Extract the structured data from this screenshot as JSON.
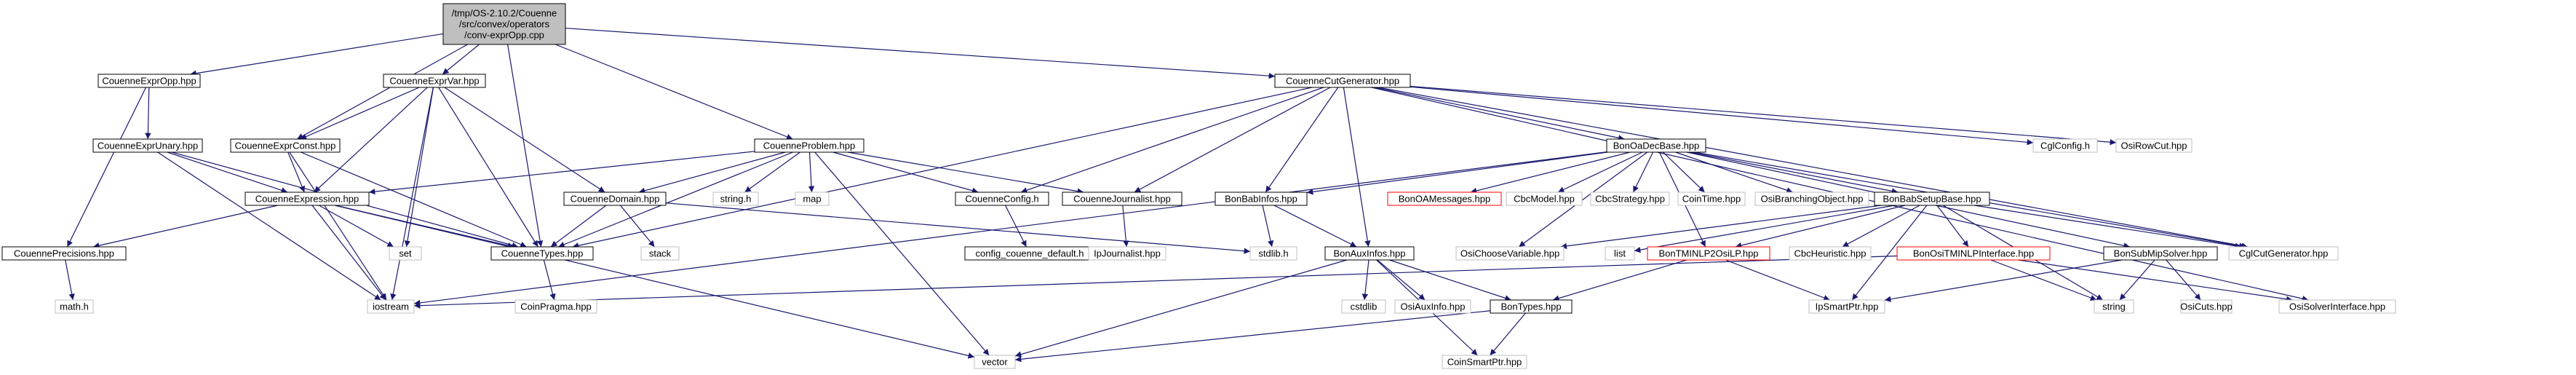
{
  "colors": {
    "root_fill": "#bfbfbf",
    "node_stroke": "#000000",
    "external_stroke": "#bfbfbf",
    "error_stroke": "#ff0000",
    "edge": "#191970",
    "background": "#ffffff"
  },
  "diagram": {
    "nodes": [
      {
        "id": "root",
        "label": "/tmp/OS-2.10.2/Couenne\n/src/convex/operators\n/conv-exprOpp.cpp",
        "kind": "root"
      },
      {
        "id": "CouenneExprOpp",
        "label": "CouenneExprOpp.hpp",
        "kind": "local"
      },
      {
        "id": "CouenneExprVar",
        "label": "CouenneExprVar.hpp",
        "kind": "local"
      },
      {
        "id": "CouenneCutGenerator",
        "label": "CouenneCutGenerator.hpp",
        "kind": "local"
      },
      {
        "id": "CouenneExprUnary",
        "label": "CouenneExprUnary.hpp",
        "kind": "local"
      },
      {
        "id": "CouenneExprConst",
        "label": "CouenneExprConst.hpp",
        "kind": "local"
      },
      {
        "id": "CouenneProblem",
        "label": "CouenneProblem.hpp",
        "kind": "local"
      },
      {
        "id": "BonOaDecBase",
        "label": "BonOaDecBase.hpp",
        "kind": "local"
      },
      {
        "id": "CglConfig",
        "label": "CglConfig.h",
        "kind": "external"
      },
      {
        "id": "OsiRowCut",
        "label": "OsiRowCut.hpp",
        "kind": "external"
      },
      {
        "id": "CouenneExpression",
        "label": "CouenneExpression.hpp",
        "kind": "local"
      },
      {
        "id": "CouenneDomain",
        "label": "CouenneDomain.hpp",
        "kind": "local"
      },
      {
        "id": "string_h",
        "label": "string.h",
        "kind": "external"
      },
      {
        "id": "map",
        "label": "map",
        "kind": "external"
      },
      {
        "id": "CouenneConfig",
        "label": "CouenneConfig.h",
        "kind": "local"
      },
      {
        "id": "CouenneJournalist",
        "label": "CouenneJournalist.hpp",
        "kind": "local"
      },
      {
        "id": "BonBabInfos",
        "label": "BonBabInfos.hpp",
        "kind": "local"
      },
      {
        "id": "BonOAMessages",
        "label": "BonOAMessages.hpp",
        "kind": "error"
      },
      {
        "id": "CbcModel",
        "label": "CbcModel.hpp",
        "kind": "external"
      },
      {
        "id": "CbcStrategy",
        "label": "CbcStrategy.hpp",
        "kind": "external"
      },
      {
        "id": "CoinTime",
        "label": "CoinTime.hpp",
        "kind": "external"
      },
      {
        "id": "OsiBranchingObject",
        "label": "OsiBranchingObject.hpp",
        "kind": "external"
      },
      {
        "id": "BonBabSetupBase",
        "label": "BonBabSetupBase.hpp",
        "kind": "local"
      },
      {
        "id": "CouennePrecisions",
        "label": "CouennePrecisions.hpp",
        "kind": "local"
      },
      {
        "id": "set",
        "label": "set",
        "kind": "external"
      },
      {
        "id": "CouenneTypes",
        "label": "CouenneTypes.hpp",
        "kind": "local"
      },
      {
        "id": "stack",
        "label": "stack",
        "kind": "external"
      },
      {
        "id": "config_couenne_default",
        "label": "config_couenne_default.h",
        "kind": "local"
      },
      {
        "id": "IpJournalist",
        "label": "IpJournalist.hpp",
        "kind": "external"
      },
      {
        "id": "stdlib_h",
        "label": "stdlib.h",
        "kind": "external"
      },
      {
        "id": "BonAuxInfos",
        "label": "BonAuxInfos.hpp",
        "kind": "local"
      },
      {
        "id": "OsiChooseVariable",
        "label": "OsiChooseVariable.hpp",
        "kind": "external"
      },
      {
        "id": "list",
        "label": "list",
        "kind": "external"
      },
      {
        "id": "BonTMINLP2OsiLP",
        "label": "BonTMINLP2OsiLP.hpp",
        "kind": "error"
      },
      {
        "id": "CbcHeuristic",
        "label": "CbcHeuristic.hpp",
        "kind": "external"
      },
      {
        "id": "BonOsiTMINLPInterface",
        "label": "BonOsiTMINLPInterface.hpp",
        "kind": "error"
      },
      {
        "id": "BonSubMipSolver",
        "label": "BonSubMipSolver.hpp",
        "kind": "local"
      },
      {
        "id": "CglCutGenerator",
        "label": "CglCutGenerator.hpp",
        "kind": "external"
      },
      {
        "id": "math_h",
        "label": "math.h",
        "kind": "external"
      },
      {
        "id": "iostream",
        "label": "iostream",
        "kind": "external"
      },
      {
        "id": "CoinPragma",
        "label": "CoinPragma.hpp",
        "kind": "external"
      },
      {
        "id": "cstdlib",
        "label": "cstdlib",
        "kind": "external"
      },
      {
        "id": "OsiAuxInfo",
        "label": "OsiAuxInfo.hpp",
        "kind": "external"
      },
      {
        "id": "BonTypes",
        "label": "BonTypes.hpp",
        "kind": "local"
      },
      {
        "id": "IpSmartPtr",
        "label": "IpSmartPtr.hpp",
        "kind": "external"
      },
      {
        "id": "string",
        "label": "string",
        "kind": "external"
      },
      {
        "id": "OsiCuts",
        "label": "OsiCuts.hpp",
        "kind": "external"
      },
      {
        "id": "OsiSolverInterface",
        "label": "OsiSolverInterface.hpp",
        "kind": "external"
      },
      {
        "id": "vector",
        "label": "vector",
        "kind": "external"
      },
      {
        "id": "CoinSmartPtr",
        "label": "CoinSmartPtr.hpp",
        "kind": "external"
      }
    ],
    "edges": [
      [
        "root",
        "CouenneExprOpp"
      ],
      [
        "root",
        "CouenneExprVar"
      ],
      [
        "root",
        "CouenneExprConst"
      ],
      [
        "root",
        "CouenneTypes"
      ],
      [
        "root",
        "CouenneProblem"
      ],
      [
        "root",
        "CouenneCutGenerator"
      ],
      [
        "CouenneExprOpp",
        "CouenneExprUnary"
      ],
      [
        "CouenneExprOpp",
        "CouennePrecisions"
      ],
      [
        "CouenneExprUnary",
        "CouenneExpression"
      ],
      [
        "CouenneExprUnary",
        "CouenneTypes"
      ],
      [
        "CouenneExprUnary",
        "iostream"
      ],
      [
        "CouenneExprVar",
        "CouenneExprConst"
      ],
      [
        "CouenneExprVar",
        "CouenneExpression"
      ],
      [
        "CouenneExprVar",
        "CouenneTypes"
      ],
      [
        "CouenneExprVar",
        "CouenneDomain"
      ],
      [
        "CouenneExprVar",
        "set"
      ],
      [
        "CouenneExprVar",
        "iostream"
      ],
      [
        "CouenneExprConst",
        "CouenneExpression"
      ],
      [
        "CouenneExprConst",
        "CouenneTypes"
      ],
      [
        "CouenneExprConst",
        "iostream"
      ],
      [
        "CouenneExpression",
        "CouennePrecisions"
      ],
      [
        "CouenneExpression",
        "CouenneTypes"
      ],
      [
        "CouenneExpression",
        "set"
      ],
      [
        "CouenneExpression",
        "iostream"
      ],
      [
        "CouenneExpression",
        "vector"
      ],
      [
        "CouennePrecisions",
        "math_h"
      ],
      [
        "CouenneTypes",
        "CoinPragma"
      ],
      [
        "CouenneDomain",
        "CouenneTypes"
      ],
      [
        "CouenneDomain",
        "stack"
      ],
      [
        "CouenneDomain",
        "stdlib_h"
      ],
      [
        "CouenneProblem",
        "CouenneExpression"
      ],
      [
        "CouenneProblem",
        "CouenneDomain"
      ],
      [
        "CouenneProblem",
        "string_h"
      ],
      [
        "CouenneProblem",
        "map"
      ],
      [
        "CouenneProblem",
        "CouenneConfig"
      ],
      [
        "CouenneProblem",
        "CouenneJournalist"
      ],
      [
        "CouenneProblem",
        "CouenneTypes"
      ],
      [
        "CouenneProblem",
        "vector"
      ],
      [
        "CouenneConfig",
        "config_couenne_default"
      ],
      [
        "CouenneJournalist",
        "IpJournalist"
      ],
      [
        "CouenneCutGenerator",
        "BonOaDecBase"
      ],
      [
        "CouenneCutGenerator",
        "CglConfig"
      ],
      [
        "CouenneCutGenerator",
        "OsiRowCut"
      ],
      [
        "CouenneCutGenerator",
        "CouenneConfig"
      ],
      [
        "CouenneCutGenerator",
        "CouenneJournalist"
      ],
      [
        "CouenneCutGenerator",
        "BonBabInfos"
      ],
      [
        "CouenneCutGenerator",
        "BonAuxInfos"
      ],
      [
        "CouenneCutGenerator",
        "CouenneTypes"
      ],
      [
        "CouenneCutGenerator",
        "CglCutGenerator"
      ],
      [
        "CouenneCutGenerator",
        "OsiSolverInterface"
      ],
      [
        "BonOaDecBase",
        "BonBabInfos"
      ],
      [
        "BonOaDecBase",
        "BonOAMessages"
      ],
      [
        "BonOaDecBase",
        "CbcModel"
      ],
      [
        "BonOaDecBase",
        "CbcStrategy"
      ],
      [
        "BonOaDecBase",
        "CoinTime"
      ],
      [
        "BonOaDecBase",
        "OsiBranchingObject"
      ],
      [
        "BonOaDecBase",
        "BonBabSetupBase"
      ],
      [
        "BonOaDecBase",
        "BonSubMipSolver"
      ],
      [
        "BonOaDecBase",
        "CglCutGenerator"
      ],
      [
        "BonOaDecBase",
        "BonTMINLP2OsiLP"
      ],
      [
        "BonOaDecBase",
        "iostream"
      ],
      [
        "BonOaDecBase",
        "OsiChooseVariable"
      ],
      [
        "BonBabInfos",
        "stdlib_h"
      ],
      [
        "BonBabInfos",
        "BonAuxInfos"
      ],
      [
        "BonAuxInfos",
        "vector"
      ],
      [
        "BonAuxInfos",
        "cstdlib"
      ],
      [
        "BonAuxInfos",
        "OsiAuxInfo"
      ],
      [
        "BonAuxInfos",
        "CoinSmartPtr"
      ],
      [
        "BonAuxInfos",
        "BonTypes"
      ],
      [
        "BonTypes",
        "vector"
      ],
      [
        "BonTypes",
        "CoinSmartPtr"
      ],
      [
        "BonBabSetupBase",
        "list"
      ],
      [
        "BonBabSetupBase",
        "CbcHeuristic"
      ],
      [
        "BonBabSetupBase",
        "BonOsiTMINLPInterface"
      ],
      [
        "BonBabSetupBase",
        "BonTMINLP2OsiLP"
      ],
      [
        "BonBabSetupBase",
        "OsiChooseVariable"
      ],
      [
        "BonBabSetupBase",
        "CglCutGenerator"
      ],
      [
        "BonBabSetupBase",
        "IpSmartPtr"
      ],
      [
        "BonBabSetupBase",
        "string"
      ],
      [
        "BonTMINLP2OsiLP",
        "IpSmartPtr"
      ],
      [
        "BonTMINLP2OsiLP",
        "BonTypes"
      ],
      [
        "BonOsiTMINLPInterface",
        "string"
      ],
      [
        "BonOsiTMINLPInterface",
        "iostream"
      ],
      [
        "BonOsiTMINLPInterface",
        "OsiSolverInterface"
      ],
      [
        "BonSubMipSolver",
        "IpSmartPtr"
      ],
      [
        "BonSubMipSolver",
        "string"
      ],
      [
        "BonSubMipSolver",
        "OsiCuts"
      ]
    ]
  }
}
